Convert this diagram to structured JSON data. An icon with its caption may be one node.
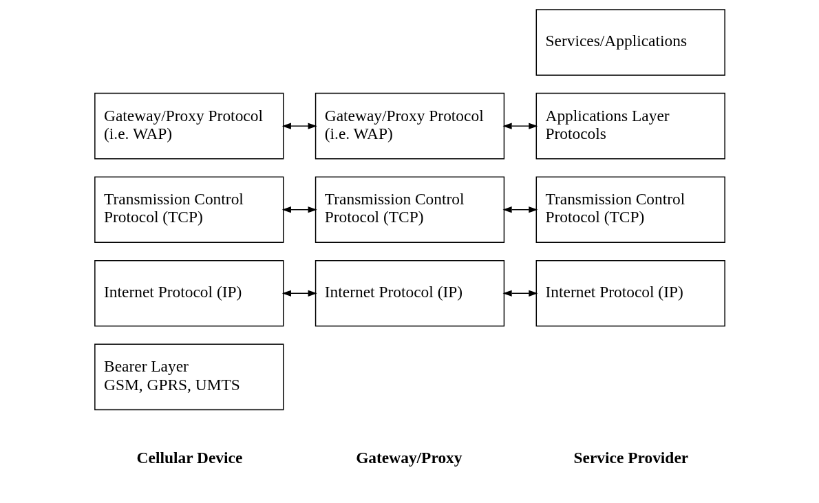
{
  "diagram": {
    "nodes": [
      {
        "text": [
          "Services/Applications"
        ]
      },
      {
        "text": [
          "Gateway/Proxy Protocol (i.e. WAP)"
        ]
      },
      {
        "text": [
          "Gateway/Proxy Protocol (i.e. WAP)"
        ]
      },
      {
        "text": [
          "Applications Layer Protocols"
        ]
      },
      {
        "text": [
          "Transmission Control Protocol (TCP)"
        ]
      },
      {
        "text": [
          "Transmission Control Protocol (TCP)"
        ]
      },
      {
        "text": [
          "Transmission Control Protocol (TCP)"
        ]
      },
      {
        "text": [
          "Internet Protocol (IP)"
        ]
      },
      {
        "text": [
          "Internet Protocol (IP)"
        ]
      },
      {
        "text": [
          "Internet Protocol (IP)"
        ]
      },
      {
        "text": [
          "Bearer Layer",
          "GSM, GPRS, UMTS"
        ]
      }
    ],
    "edges": [
      {
        "from": 1,
        "to": 2,
        "arrow": "both"
      },
      {
        "from": 2,
        "to": 3,
        "arrow": "both"
      },
      {
        "from": 4,
        "to": 5,
        "arrow": "both"
      },
      {
        "from": 5,
        "to": 6,
        "arrow": "both"
      },
      {
        "from": 7,
        "to": 8,
        "arrow": "both"
      },
      {
        "from": 8,
        "to": 9,
        "arrow": "both"
      }
    ],
    "labels": [
      "Cellular Device",
      "Gateway/Proxy",
      "Service Provider"
    ]
  }
}
